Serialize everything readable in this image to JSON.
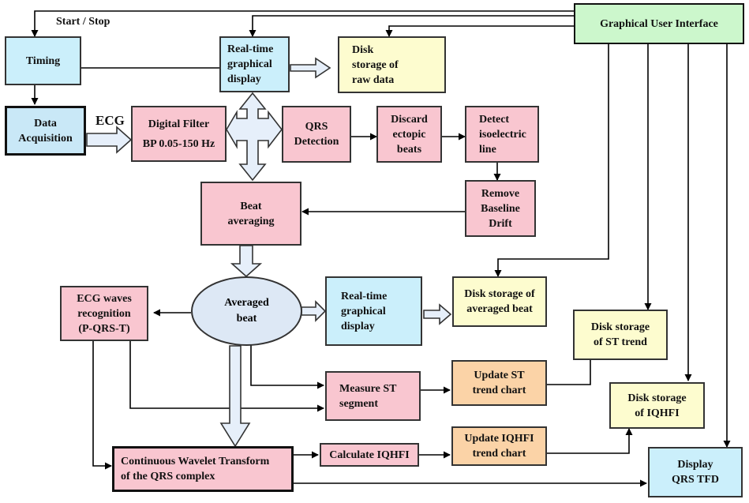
{
  "gui": "Graphical User Interface",
  "start_stop": "Start / Stop",
  "timing": "Timing",
  "data_acquisition": [
    "Data",
    "Acquisition"
  ],
  "ecg_label": "ECG",
  "digital_filter": [
    "Digital Filter",
    "BP 0.05-150 Hz"
  ],
  "realtime_display_top": [
    "Real-time",
    "graphical",
    "display"
  ],
  "disk_raw": [
    "Disk",
    "storage of",
    "raw data"
  ],
  "qrs_detection": [
    "QRS",
    "Detection"
  ],
  "discard_ectopic": [
    "Discard",
    "ectopic",
    "beats"
  ],
  "detect_isoelectric": [
    "Detect",
    "isoelectric",
    "line"
  ],
  "remove_baseline": [
    "Remove",
    "Baseline",
    "Drift"
  ],
  "beat_averaging": [
    "Beat",
    "averaging"
  ],
  "averaged_beat": [
    "Averaged",
    "beat"
  ],
  "ecg_waves": [
    "ECG waves",
    "recognition",
    "(P-QRS-T)"
  ],
  "realtime_display_mid": [
    "Real-time",
    "graphical",
    "display"
  ],
  "disk_averaged": [
    "Disk storage of",
    "averaged beat"
  ],
  "disk_st": [
    "Disk storage",
    "of ST trend"
  ],
  "measure_st": [
    "Measure ST",
    "segment"
  ],
  "update_st": [
    "Update ST",
    "trend chart"
  ],
  "disk_iqhfi": [
    "Disk storage",
    "of IQHFI"
  ],
  "cwt": [
    "Continuous Wavelet Transform",
    "of the QRS complex"
  ],
  "calc_iqhfi": "Calculate IQHFI",
  "update_iqhfi": [
    "Update IQHFI",
    "trend chart"
  ],
  "display_tfd": [
    "Display",
    "QRS TFD"
  ]
}
